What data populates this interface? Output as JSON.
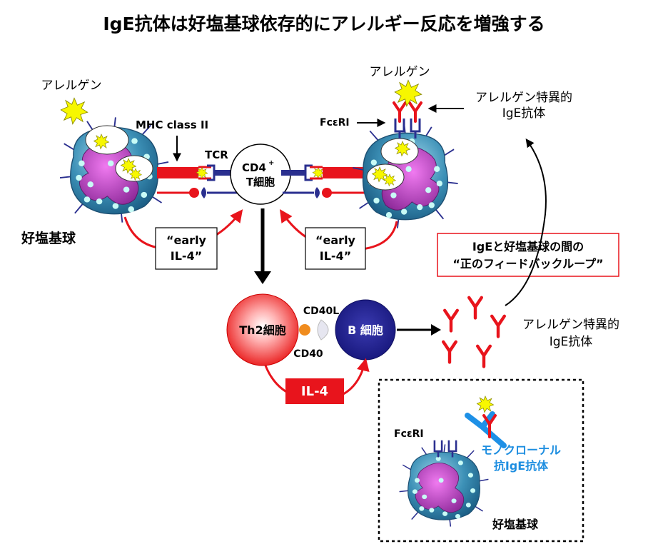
{
  "title": "IgE抗体は好塩基球依存的にアレルギー反応を増強する",
  "labels": {
    "allergen_left": "アレルゲン",
    "allergen_right": "アレルゲン",
    "mhc": "MHC class II",
    "tcr": "TCR",
    "cd4_line1": "CD4",
    "cd4_sup": "+",
    "cd4_line2": "T細胞",
    "fceri_top": "FcεRI",
    "specific_ige_top_line1": "アレルゲン特異的",
    "specific_ige_top_line2": "IgE抗体",
    "basophil_left": "好塩基球",
    "early_left_line1": "“early",
    "early_left_line2": "IL-4”",
    "early_right_line1": "“early",
    "early_right_line2": "IL-4”",
    "feedback_line1": "IgEと好塩基球の間の",
    "feedback_line2": "“正のフィードバックループ”",
    "cd40l": "CD40L",
    "cd40": "CD40",
    "th2": "Th2細胞",
    "bcell": "B 細胞",
    "il4": "IL-4",
    "specific_ige_mid_line1": "アレルゲン特異的",
    "specific_ige_mid_line2": "IgE抗体",
    "fceri_bottom": "FcεRI",
    "mono_line1": "モノクローナル",
    "mono_line2": "抗IgE抗体",
    "basophil_bottom": "好塩基球"
  },
  "colors": {
    "red": "#e8141c",
    "navy": "#2a2f8f",
    "blue_antibody": "#1e90e6",
    "mono_text": "#1e8ee0",
    "cell_teal": "#3b8fb4",
    "granule": "#c8fbf6",
    "nucleus": "#b43ab4",
    "allergen": "#f7f700",
    "cd40_dot": "#f08c1e"
  }
}
